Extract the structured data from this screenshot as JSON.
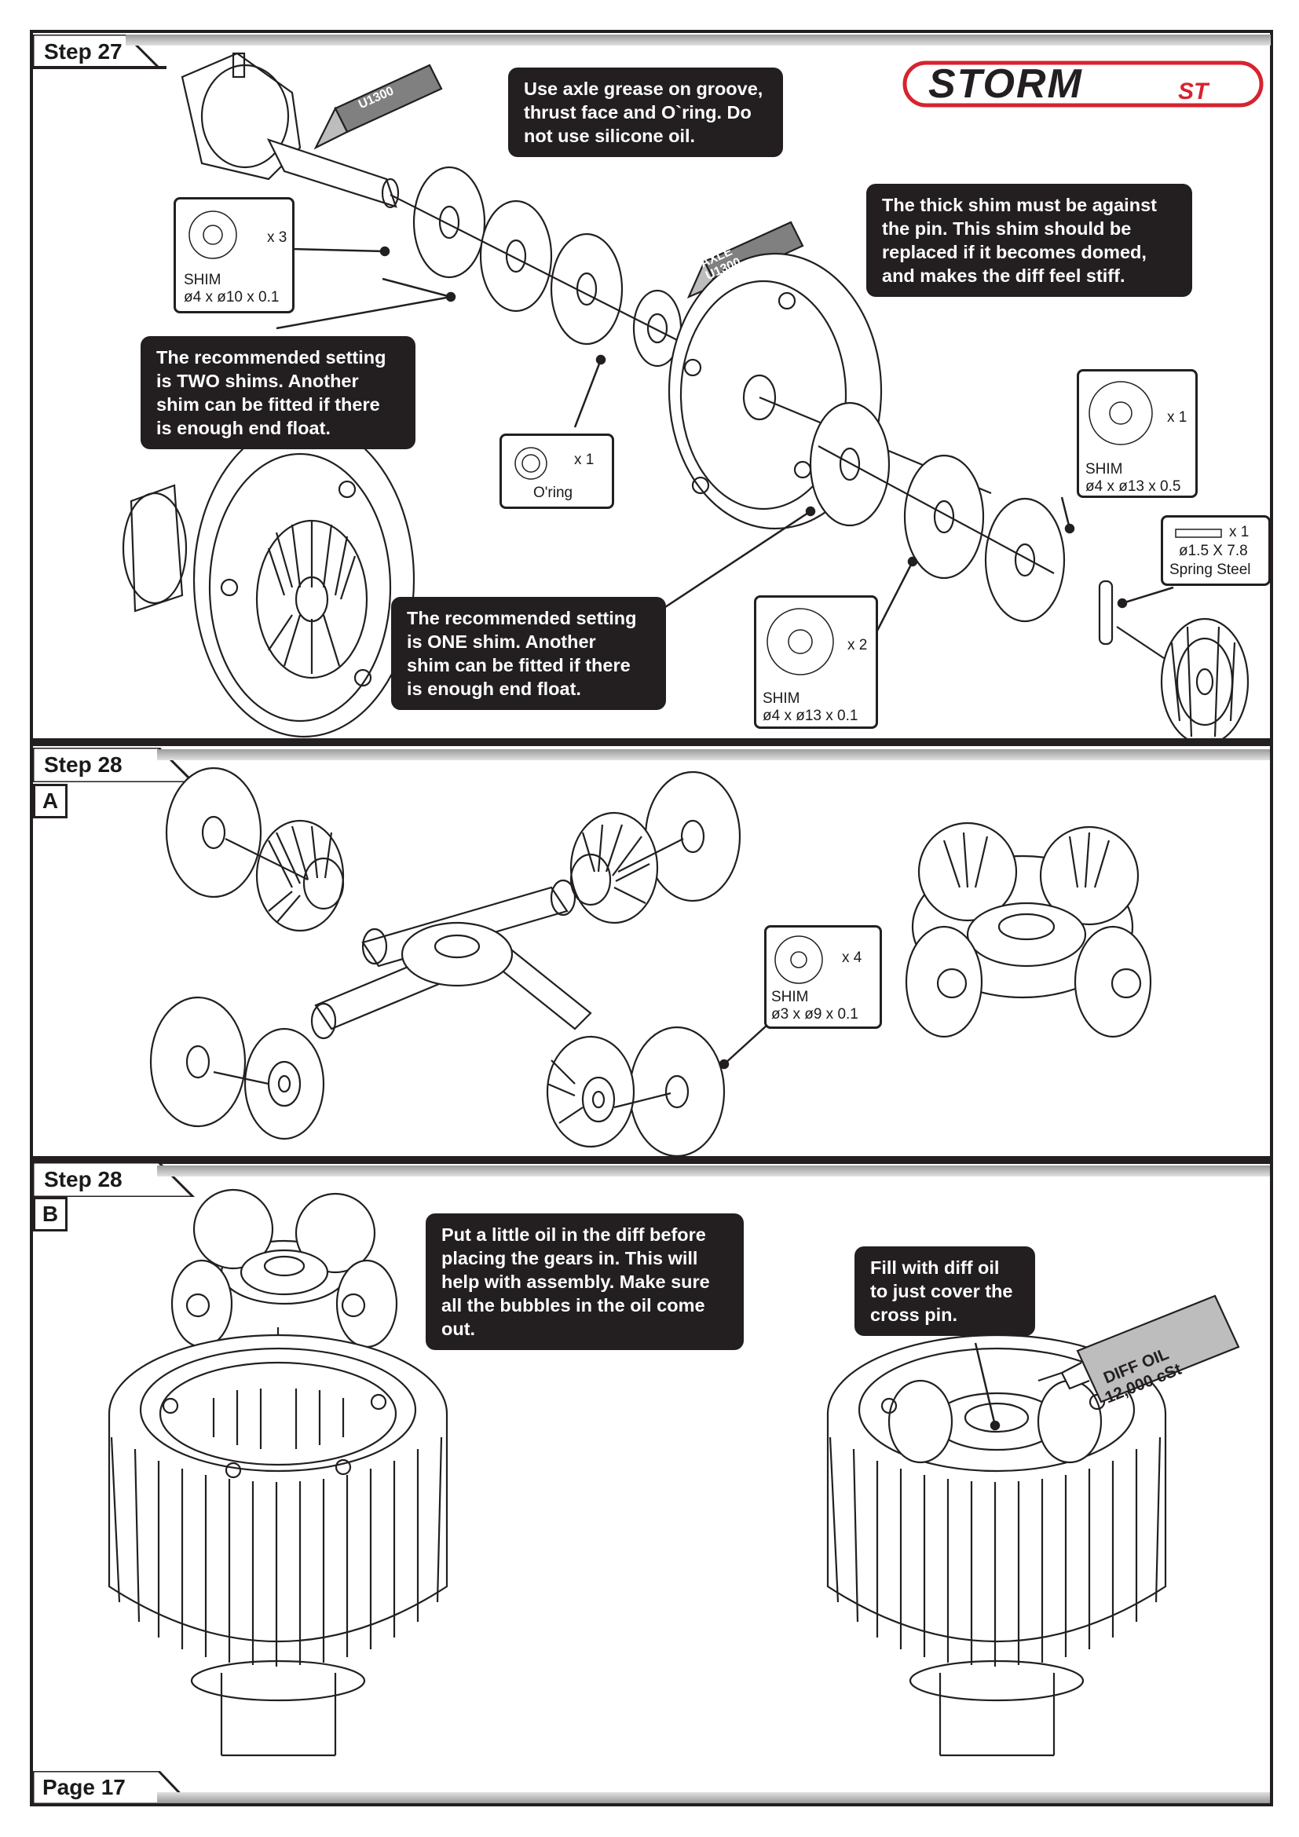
{
  "brand": {
    "logo_text": "STORM",
    "logo_suffix": "ST"
  },
  "step27": {
    "tab": "Step 27",
    "grease_tubes": [
      {
        "label": "AXLE\nU1300"
      },
      {
        "label": "AXLE\nU1300"
      }
    ],
    "notes": {
      "grease": "Use axle grease on groove,\nthrust face and O`ring. Do\nnot use silicone oil.",
      "thick_shim": "The thick shim must be against\nthe pin. This shim should be\nreplaced if it becomes domed,\nand makes the diff feel stiff.",
      "two_shims": "The recommended setting\nis TWO shims. Another\nshim can be fitted if there\nis enough end float.",
      "one_shim": "The recommended setting\nis ONE shim. Another\nshim can be fitted if there\nis enough end float."
    },
    "parts": {
      "shim_4x10": {
        "qty": "x 3",
        "name": "SHIM",
        "spec": "ø4 x ø10 x 0.1"
      },
      "oring": {
        "qty": "x 1",
        "name": "O'ring"
      },
      "shim_4x13_05": {
        "qty": "x 1",
        "name": "SHIM",
        "spec": "ø4 x ø13 x 0.5"
      },
      "pin": {
        "qty": "x 1",
        "name": "ø1.5 X 7.8",
        "spec": "Spring Steel"
      },
      "shim_4x13_01": {
        "qty": "x 2",
        "name": "SHIM",
        "spec": "ø4 x ø13 x 0.1"
      }
    }
  },
  "step28a": {
    "tab": "Step 28",
    "sub": "A",
    "parts": {
      "shim_3x9": {
        "qty": "x 4",
        "name": "SHIM",
        "spec": "ø3 x ø9 x 0.1"
      }
    }
  },
  "step28b": {
    "tab": "Step 28",
    "sub": "B",
    "notes": {
      "oil_first": "Put a little oil in the diff before\nplacing the gears in. This will\nhelp with assembly. Make sure\nall the bubbles in the oil come\nout.",
      "fill": "Fill with diff oil\nto just cover the\ncross pin."
    },
    "oil_bottle": {
      "line1": "DIFF OIL",
      "line2": "12,000 cSt"
    }
  },
  "footer": {
    "page": "Page 17"
  }
}
